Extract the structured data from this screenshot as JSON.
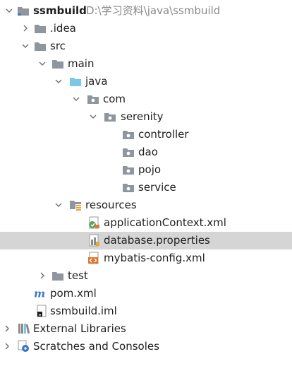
{
  "project": {
    "name": "ssmbuild",
    "path": "D:\\学习资料\\java\\ssmbuild"
  },
  "tree": {
    "idea": ".idea",
    "src": "src",
    "main": "main",
    "java": "java",
    "com": "com",
    "serenity": "serenity",
    "controller": "controller",
    "dao": "dao",
    "pojo": "pojo",
    "service": "service",
    "resources": "resources",
    "application_context": "applicationContext.xml",
    "database_properties": "database.properties",
    "mybatis_config": "mybatis-config.xml",
    "test": "test",
    "pom": "pom.xml",
    "iml": "ssmbuild.iml",
    "external_libraries": "External Libraries",
    "scratches": "Scratches and Consoles"
  },
  "selected_item": "database.properties",
  "icons": {
    "folder": "folder-icon",
    "source_folder": "source-root-icon",
    "package": "package-icon",
    "resources": "resources-root-icon",
    "spring_xml": "spring-xml-icon",
    "properties": "properties-file-icon",
    "xml": "xml-file-icon",
    "maven": "maven-icon",
    "iml": "iml-file-icon",
    "libraries": "libraries-icon",
    "scratches": "scratches-icon"
  },
  "colors": {
    "selection": "#d5d5d5",
    "folder": "#90969e",
    "source_folder": "#7ac7ea",
    "maven": "#3a78c4",
    "xml_orange": "#e0782f",
    "spring_green": "#5aa55a"
  }
}
